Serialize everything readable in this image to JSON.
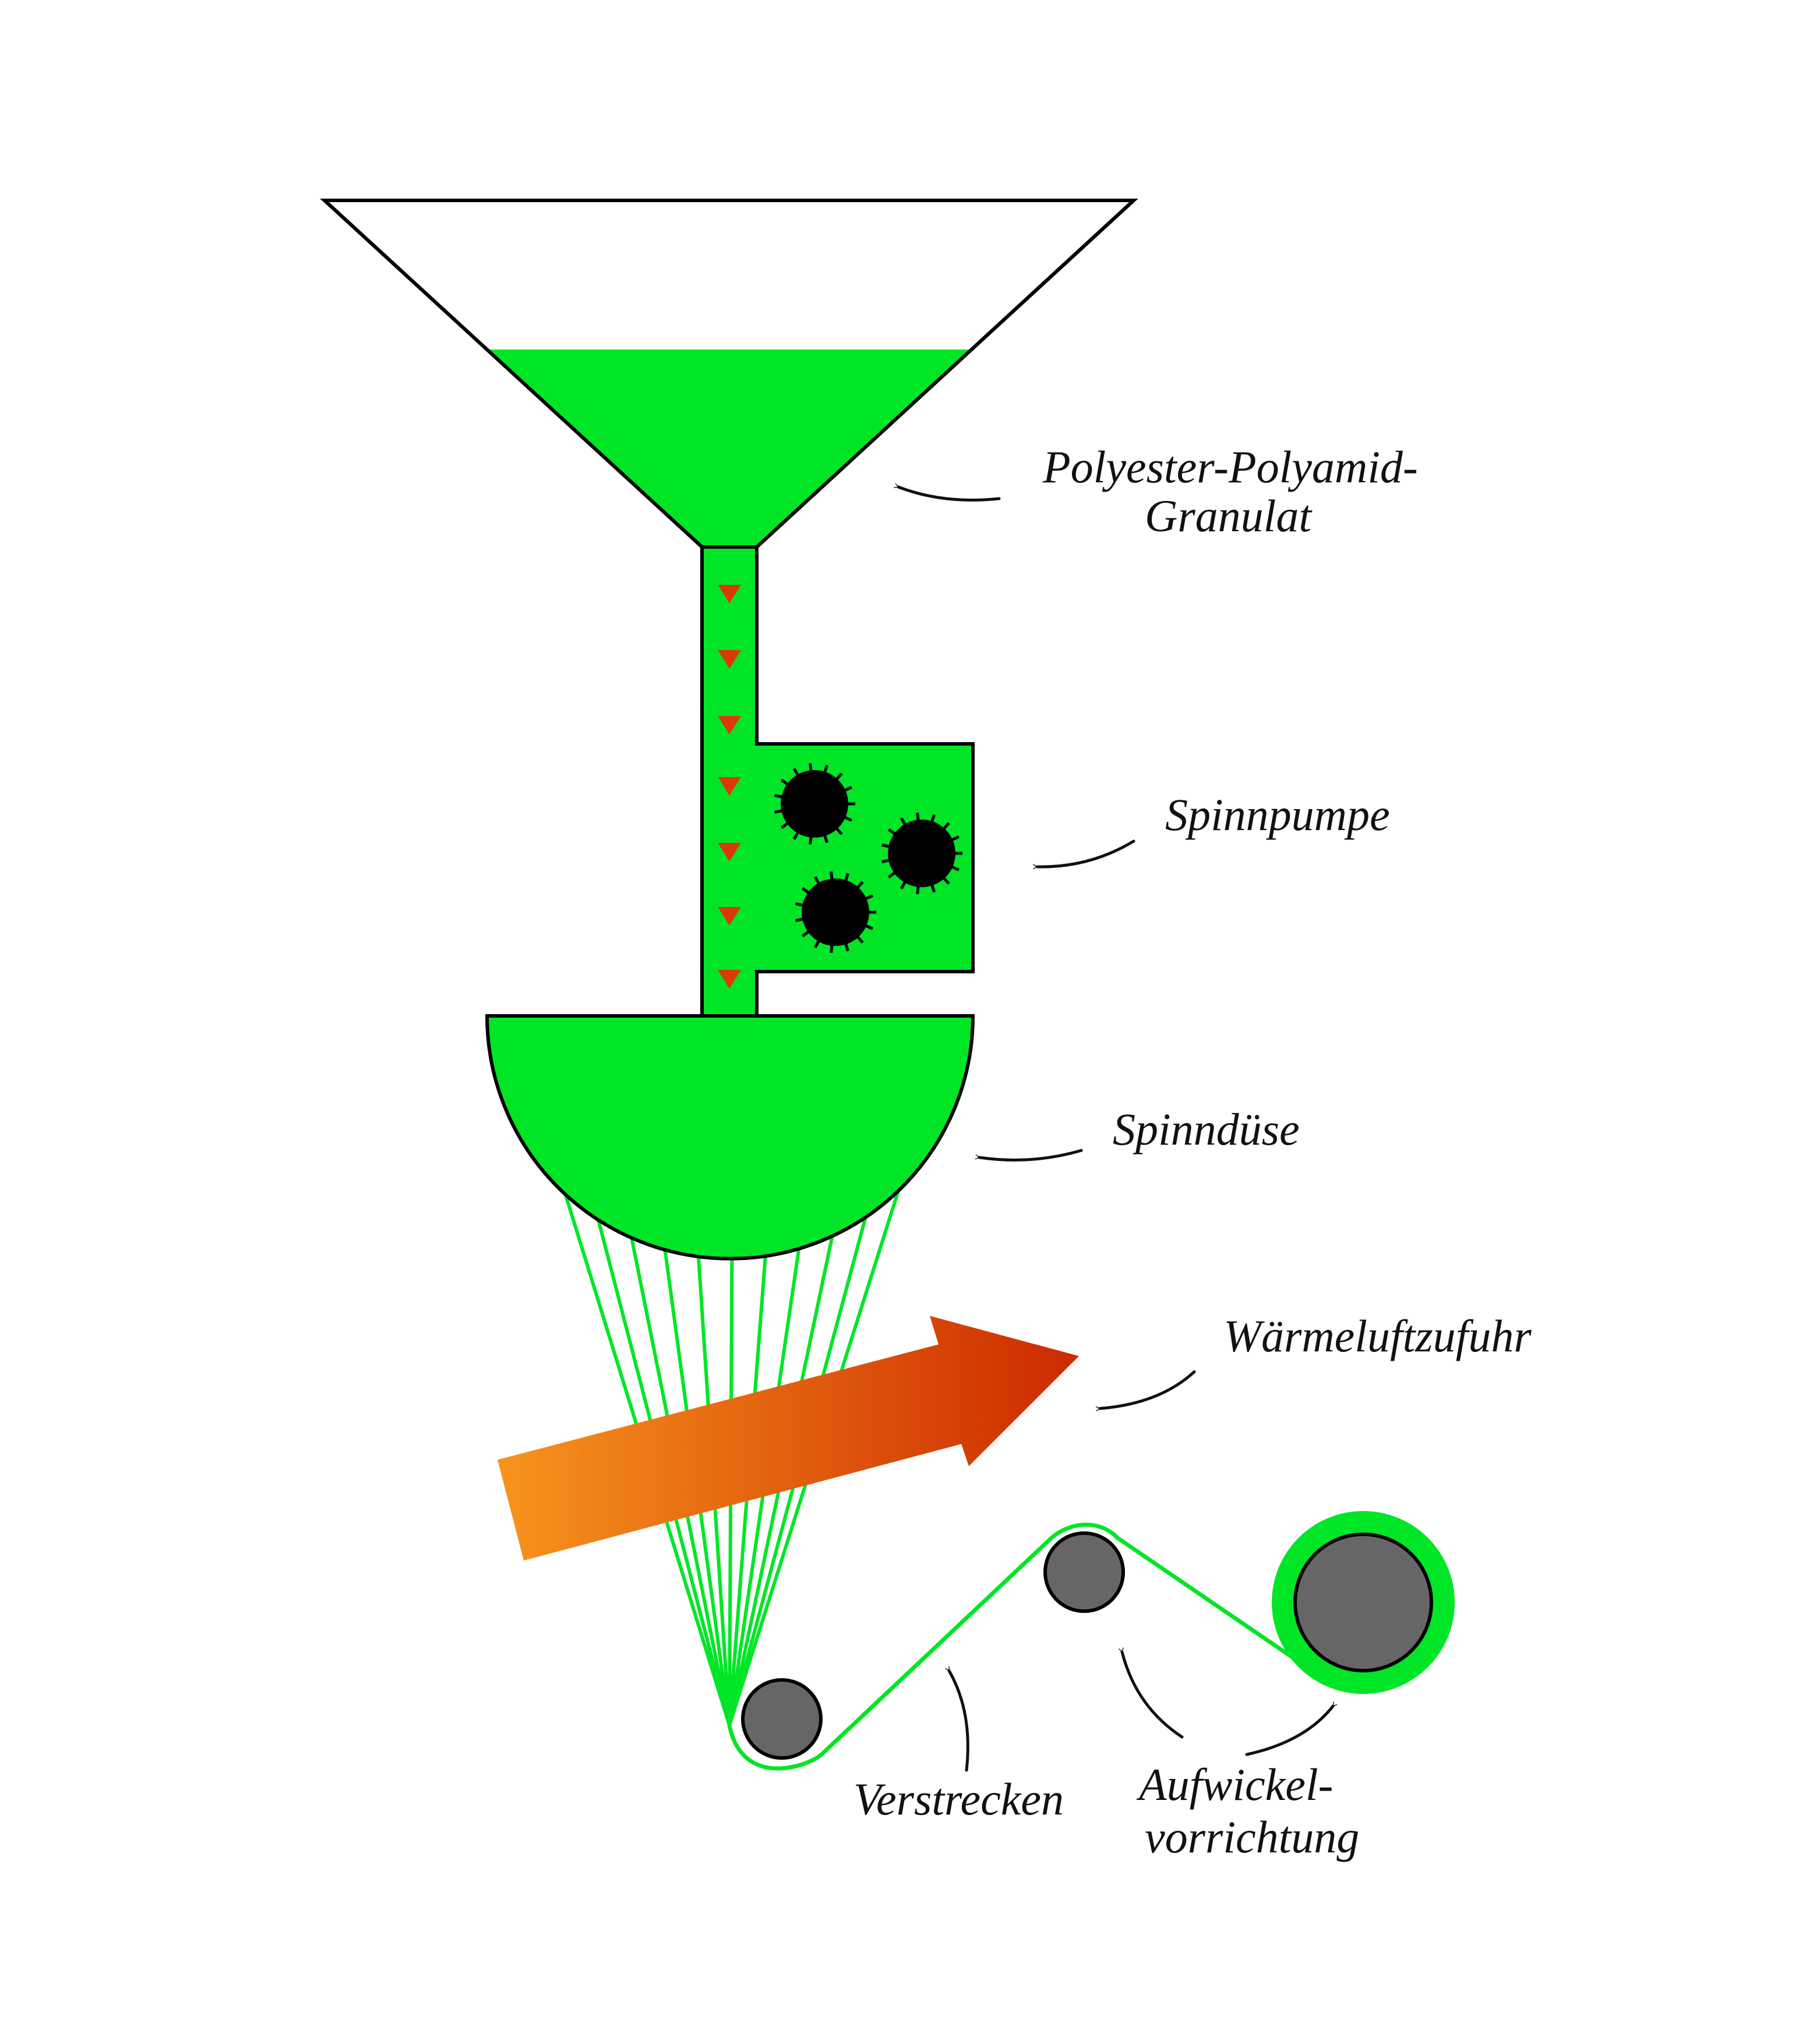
{
  "colors": {
    "melt": "#00e626",
    "outline": "#000000",
    "roller": "#666666",
    "flow_marker": "#d93a0c",
    "air_start": "#f7941d",
    "air_end": "#cc2a00"
  },
  "labels": {
    "granulate_line1": "Polyester-Polyamid-",
    "granulate_line2": "Granulat",
    "pump": "Spinnpumpe",
    "nozzle": "Spinndüse",
    "air": "Wärmeluftzufuhr",
    "stretch": "Verstrecken",
    "winder_line1": "Aufwickel-",
    "winder_line2": "vorrichtung"
  },
  "filament_count": 11
}
